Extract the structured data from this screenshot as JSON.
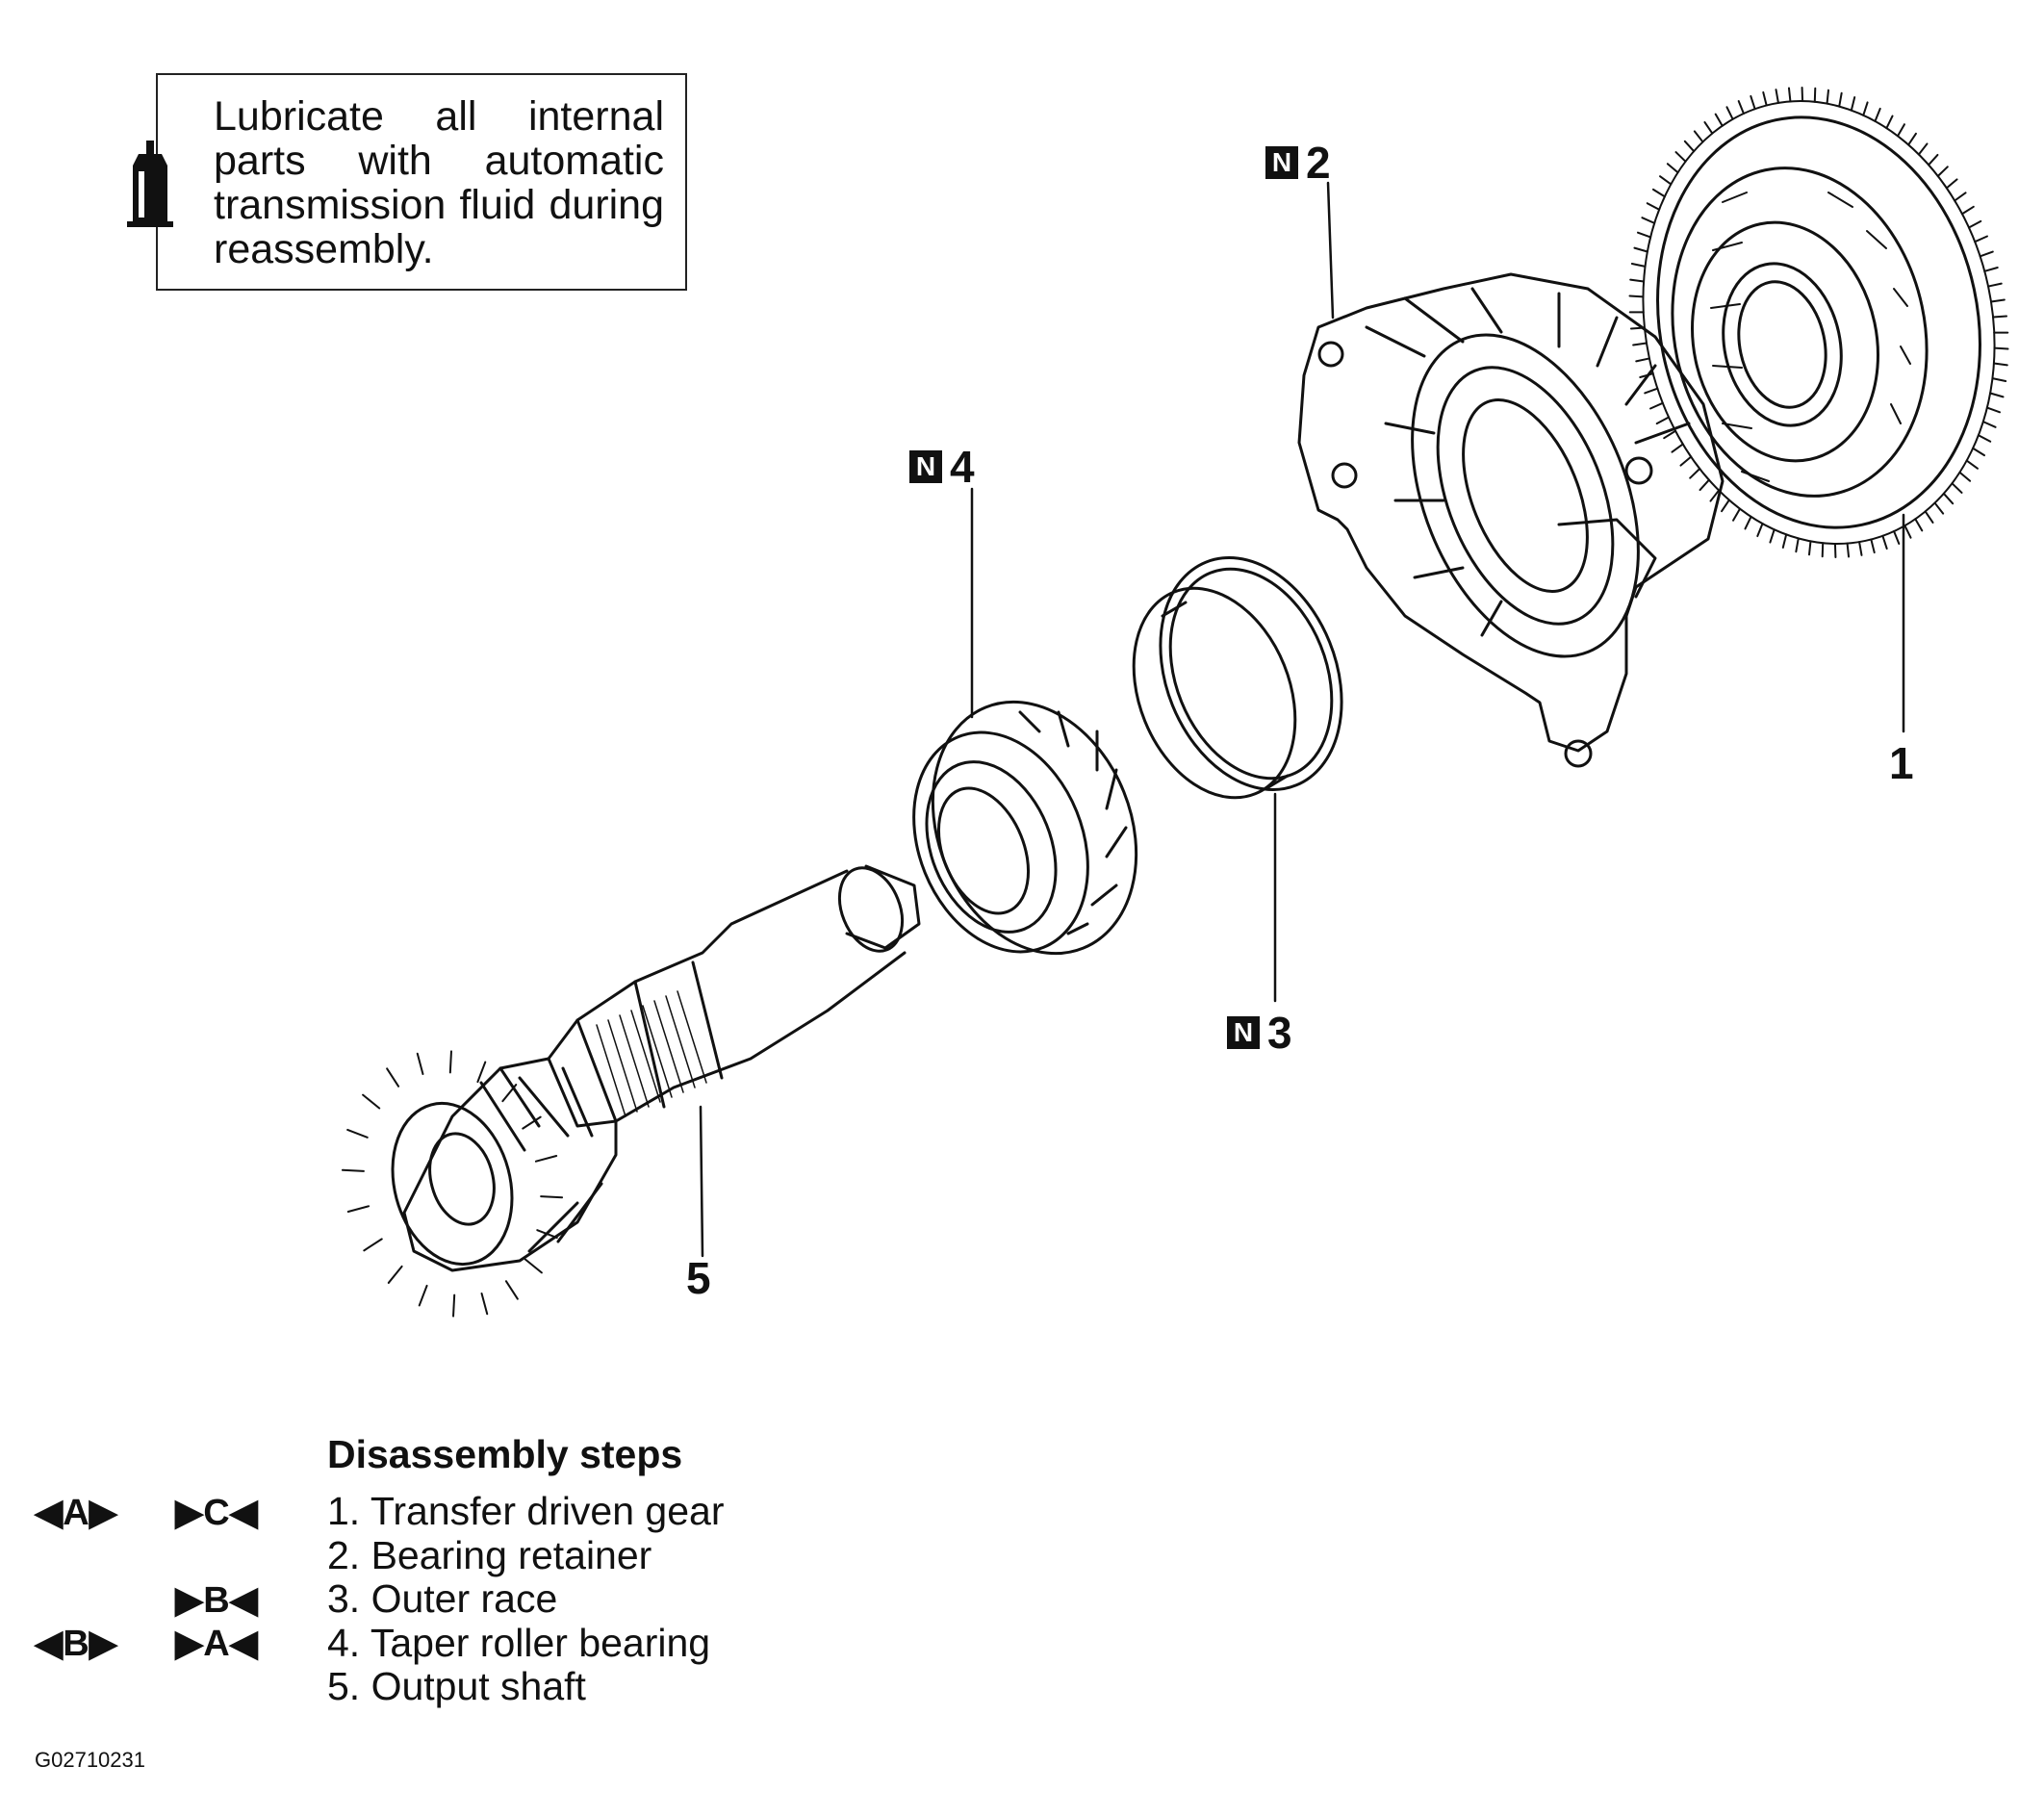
{
  "note": {
    "text": "Lubricate all internal parts with automatic transmission fluid during reassembly.",
    "icon": "oil-can-icon"
  },
  "callouts": {
    "c1": "1",
    "c2": "2",
    "c3": "3",
    "c4": "4",
    "c5": "5",
    "new_part_mark": "N"
  },
  "steps": {
    "title": "Disassembly steps",
    "items": [
      "1. Transfer driven gear",
      "2. Bearing retainer",
      "3. Outer race",
      "4. Taper roller bearing",
      "5. Output shaft"
    ],
    "marks": {
      "row1_left": "◀A▶",
      "row1_right": "▶C◀",
      "row3_right": "▶B◀",
      "row4_left": "◀B▶",
      "row4_right": "▶A◀"
    }
  },
  "figure_id": "G02710231"
}
